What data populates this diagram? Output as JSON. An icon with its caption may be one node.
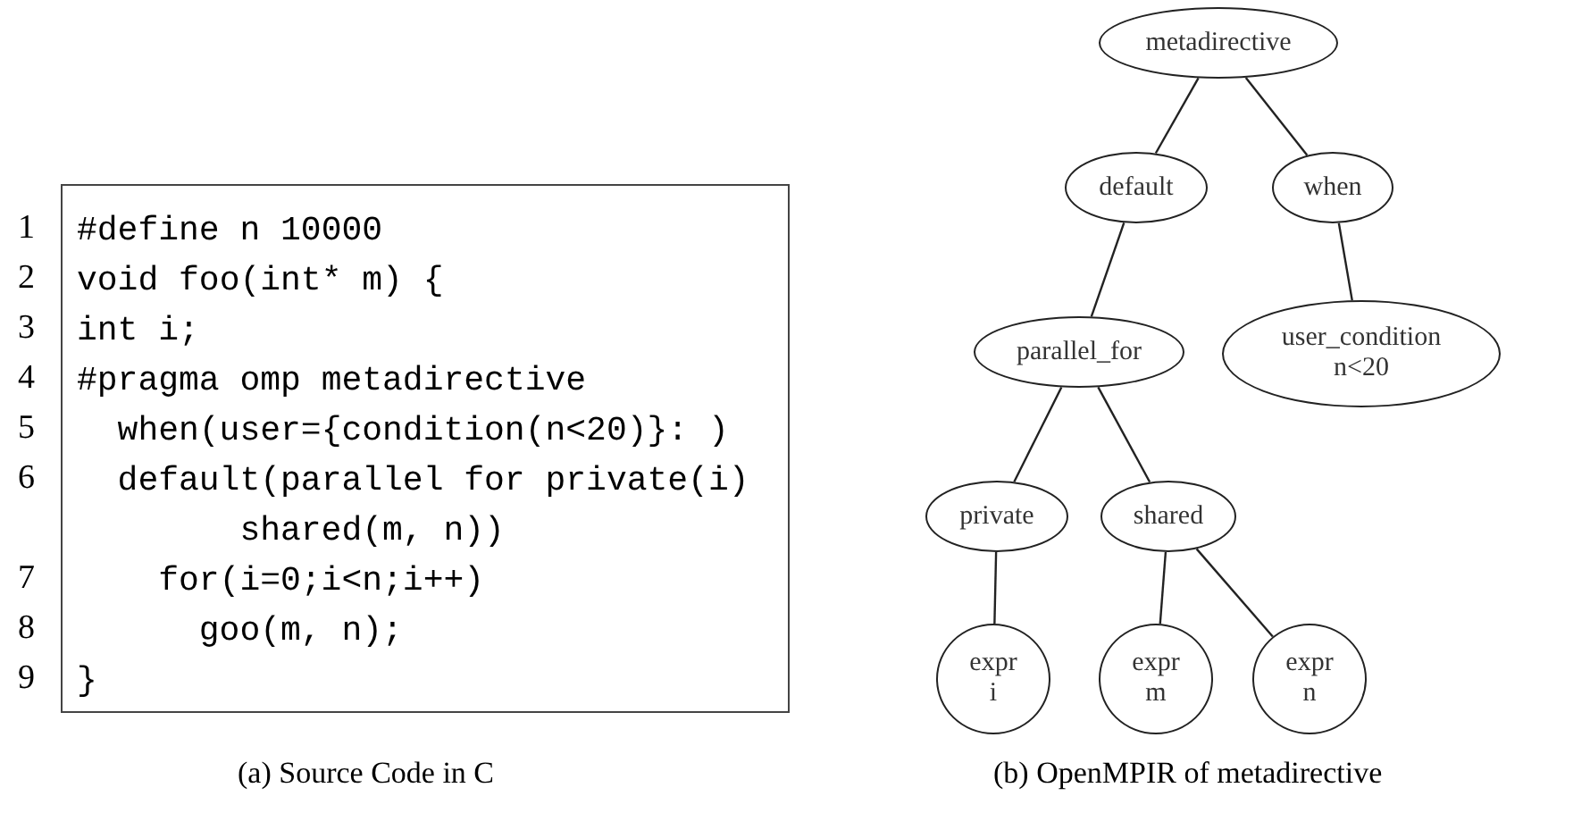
{
  "diagram": {
    "nodes": [
      {
        "text": [
          "#define n 10000",
          "void foo(int* m) {",
          "int i;",
          "#pragma omp metadirective",
          "when(user={condition(n<20)}: )",
          "default(parallel for private(i) shared(m, n))",
          "for(i=0;i<n;i++)",
          "goo(m, n);",
          "}"
        ]
      },
      {
        "text": [
          "metadirective"
        ]
      },
      {
        "text": [
          "default"
        ]
      },
      {
        "text": [
          "when"
        ]
      },
      {
        "text": [
          "parallel_for"
        ]
      },
      {
        "text": [
          "user_condition",
          "n<20"
        ]
      },
      {
        "text": [
          "private"
        ]
      },
      {
        "text": [
          "shared"
        ]
      },
      {
        "text": [
          "expr",
          "i"
        ]
      },
      {
        "text": [
          "expr",
          "m"
        ]
      },
      {
        "text": [
          "expr",
          "n"
        ]
      }
    ],
    "edges": [
      {
        "from": 1,
        "to": 2,
        "arrow": "none"
      },
      {
        "from": 1,
        "to": 3,
        "arrow": "none"
      },
      {
        "from": 2,
        "to": 4,
        "arrow": "none"
      },
      {
        "from": 3,
        "to": 5,
        "arrow": "none"
      },
      {
        "from": 4,
        "to": 6,
        "arrow": "none"
      },
      {
        "from": 4,
        "to": 7,
        "arrow": "none"
      },
      {
        "from": 6,
        "to": 8,
        "arrow": "none"
      },
      {
        "from": 7,
        "to": 9,
        "arrow": "none"
      },
      {
        "from": 7,
        "to": 10,
        "arrow": "none"
      }
    ],
    "labels": [
      "1",
      "2",
      "3",
      "4",
      "5",
      "6",
      "7",
      "8",
      "9",
      "(a) Source Code in C",
      "(b) OpenMPIR of metadirective"
    ]
  }
}
